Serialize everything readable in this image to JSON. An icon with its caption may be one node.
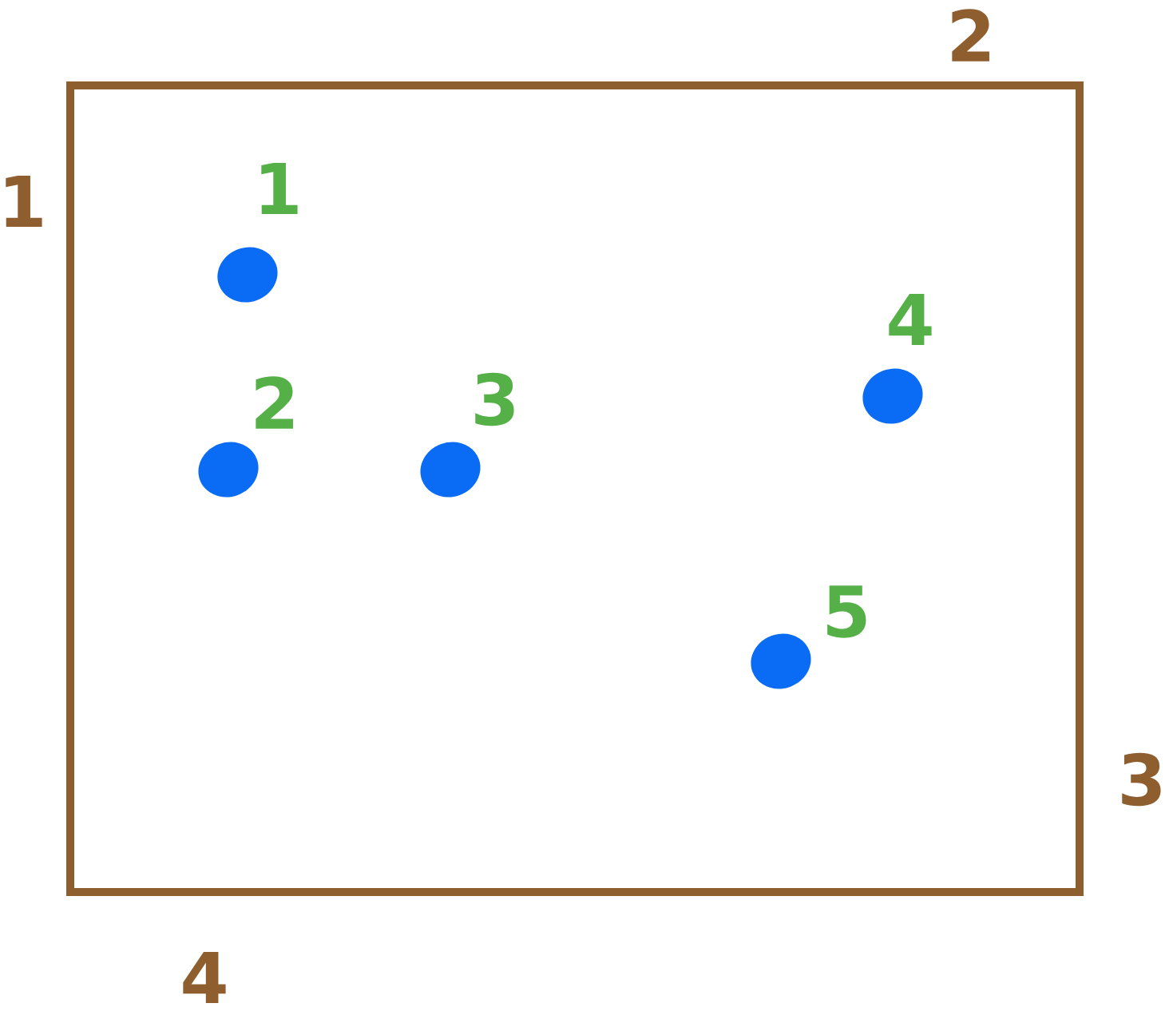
{
  "diagram": {
    "nodes": [
      {
        "text": [],
        "shape": "box"
      },
      {
        "text": [],
        "shape": "circle",
        "beside": [
          "1"
        ],
        "in": 0
      },
      {
        "text": [],
        "shape": "circle",
        "beside": [
          "2"
        ],
        "in": 0
      },
      {
        "text": [],
        "shape": "circle",
        "beside": [
          "3"
        ],
        "in": 0
      },
      {
        "text": [],
        "shape": "circle",
        "beside": [
          "4"
        ],
        "in": 0
      },
      {
        "text": [],
        "shape": "circle",
        "beside": [
          "5"
        ],
        "in": 0
      }
    ],
    "labels": [
      "2",
      "1",
      "3",
      "4"
    ]
  }
}
